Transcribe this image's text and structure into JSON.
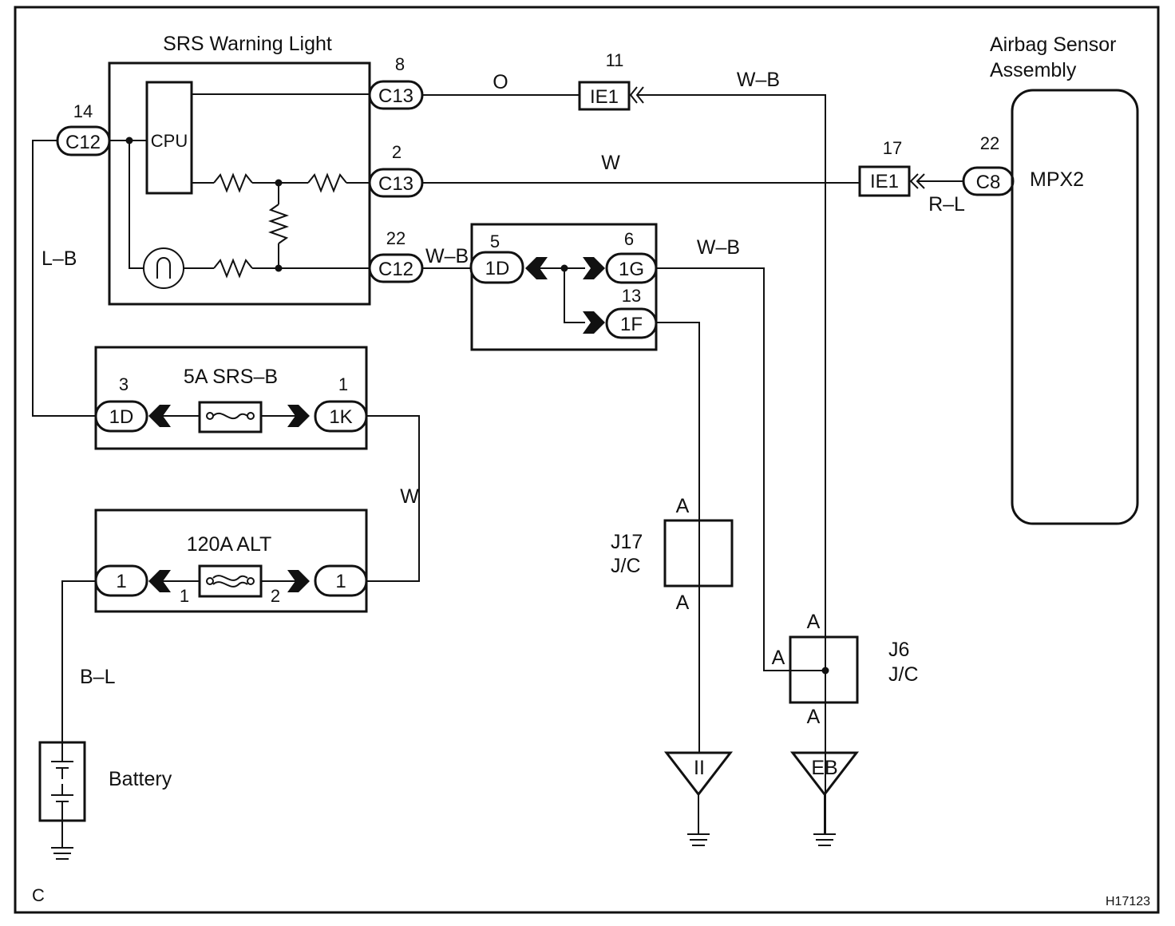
{
  "labels": {
    "srs_warning_light": "SRS Warning Light",
    "airbag_sensor_line1": "Airbag Sensor",
    "airbag_sensor_line2": "Assembly",
    "cpu": "CPU",
    "mpx2": "MPX2",
    "fuse_srs": "5A SRS–B",
    "fuse_alt": "120A ALT",
    "battery": "Battery",
    "j17": "J17",
    "j6": "J6",
    "jc": "J/C",
    "page_code": "C",
    "figure_code": "H17123"
  },
  "connectors": {
    "c12_top": "C12",
    "c13_o": "C13",
    "c13_w": "C13",
    "c12_wb": "C12",
    "ie1_top": "IE1",
    "ie1_right": "IE1",
    "c8": "C8",
    "jb_1d": "1D",
    "jb_1g": "1G",
    "jb_1f": "1F",
    "fuse_1d": "1D",
    "fuse_1k": "1K",
    "alt_left": "1",
    "alt_right": "1"
  },
  "pins": {
    "c12_top": "14",
    "c13_o": "8",
    "c13_w": "2",
    "c12_wb": "22",
    "ie1_top": "11",
    "ie1_right": "17",
    "c8": "22",
    "jb_1d": "5",
    "jb_1g": "6",
    "jb_1f": "13",
    "fuse_1d": "3",
    "fuse_1k": "1",
    "alt_1": "1",
    "alt_2": "2"
  },
  "wires": {
    "o": "O",
    "wb_top": "W–B",
    "w_top": "W",
    "rl": "R–L",
    "wb_short": "W–B",
    "wb_jb": "W–B",
    "lb": "L–B",
    "w_vert": "W",
    "bl": "B–L"
  },
  "junction_pins": {
    "j17_top": "A",
    "j17_bottom": "A",
    "j6_top": "A",
    "j6_left": "A",
    "j6_bottom": "A"
  },
  "grounds": {
    "ii": "II",
    "eb": "EB"
  }
}
